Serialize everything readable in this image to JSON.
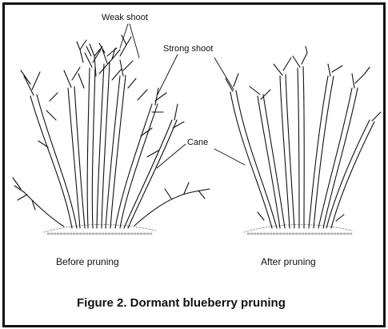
{
  "labels": {
    "weak_shoot": "Weak shoot",
    "strong_shoot": "Strong shoot",
    "cane": "Cane",
    "before": "Before pruning",
    "after": "After pruning"
  },
  "caption": "Figure 2. Dormant blueberry pruning",
  "colors": {
    "ink": "#111111",
    "ground": "#999999",
    "paper": "#ffffff"
  }
}
